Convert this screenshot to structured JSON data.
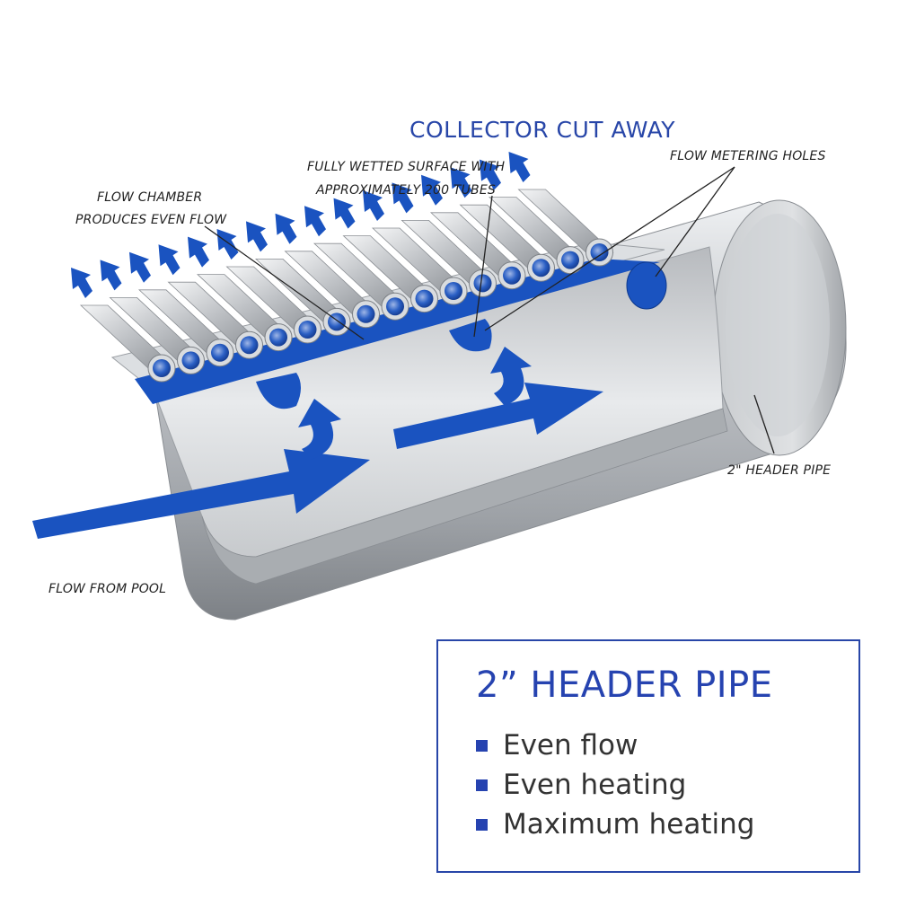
{
  "diagram": {
    "title": "COLLECTOR CUT AWAY",
    "labels": {
      "flow_chamber": [
        "FLOW CHAMBER",
        "PRODUCES EVEN FLOW"
      ],
      "wetted_surface": [
        "FULLY WETTED SURFACE WITH",
        "APPROXIMATELY 200 TUBES"
      ],
      "metering_holes": "FLOW METERING HOLES",
      "header_pipe": "2\" HEADER PIPE",
      "flow_from_pool": "FLOW FROM POOL"
    },
    "colors": {
      "flow_blue": "#1a53c0",
      "steel": "#b9bcc0",
      "title_blue": "#2846a8"
    }
  },
  "info_box": {
    "title": "2” HEADER PIPE",
    "bullets": [
      "Even flow",
      "Even heating",
      "Maximum heating"
    ]
  }
}
